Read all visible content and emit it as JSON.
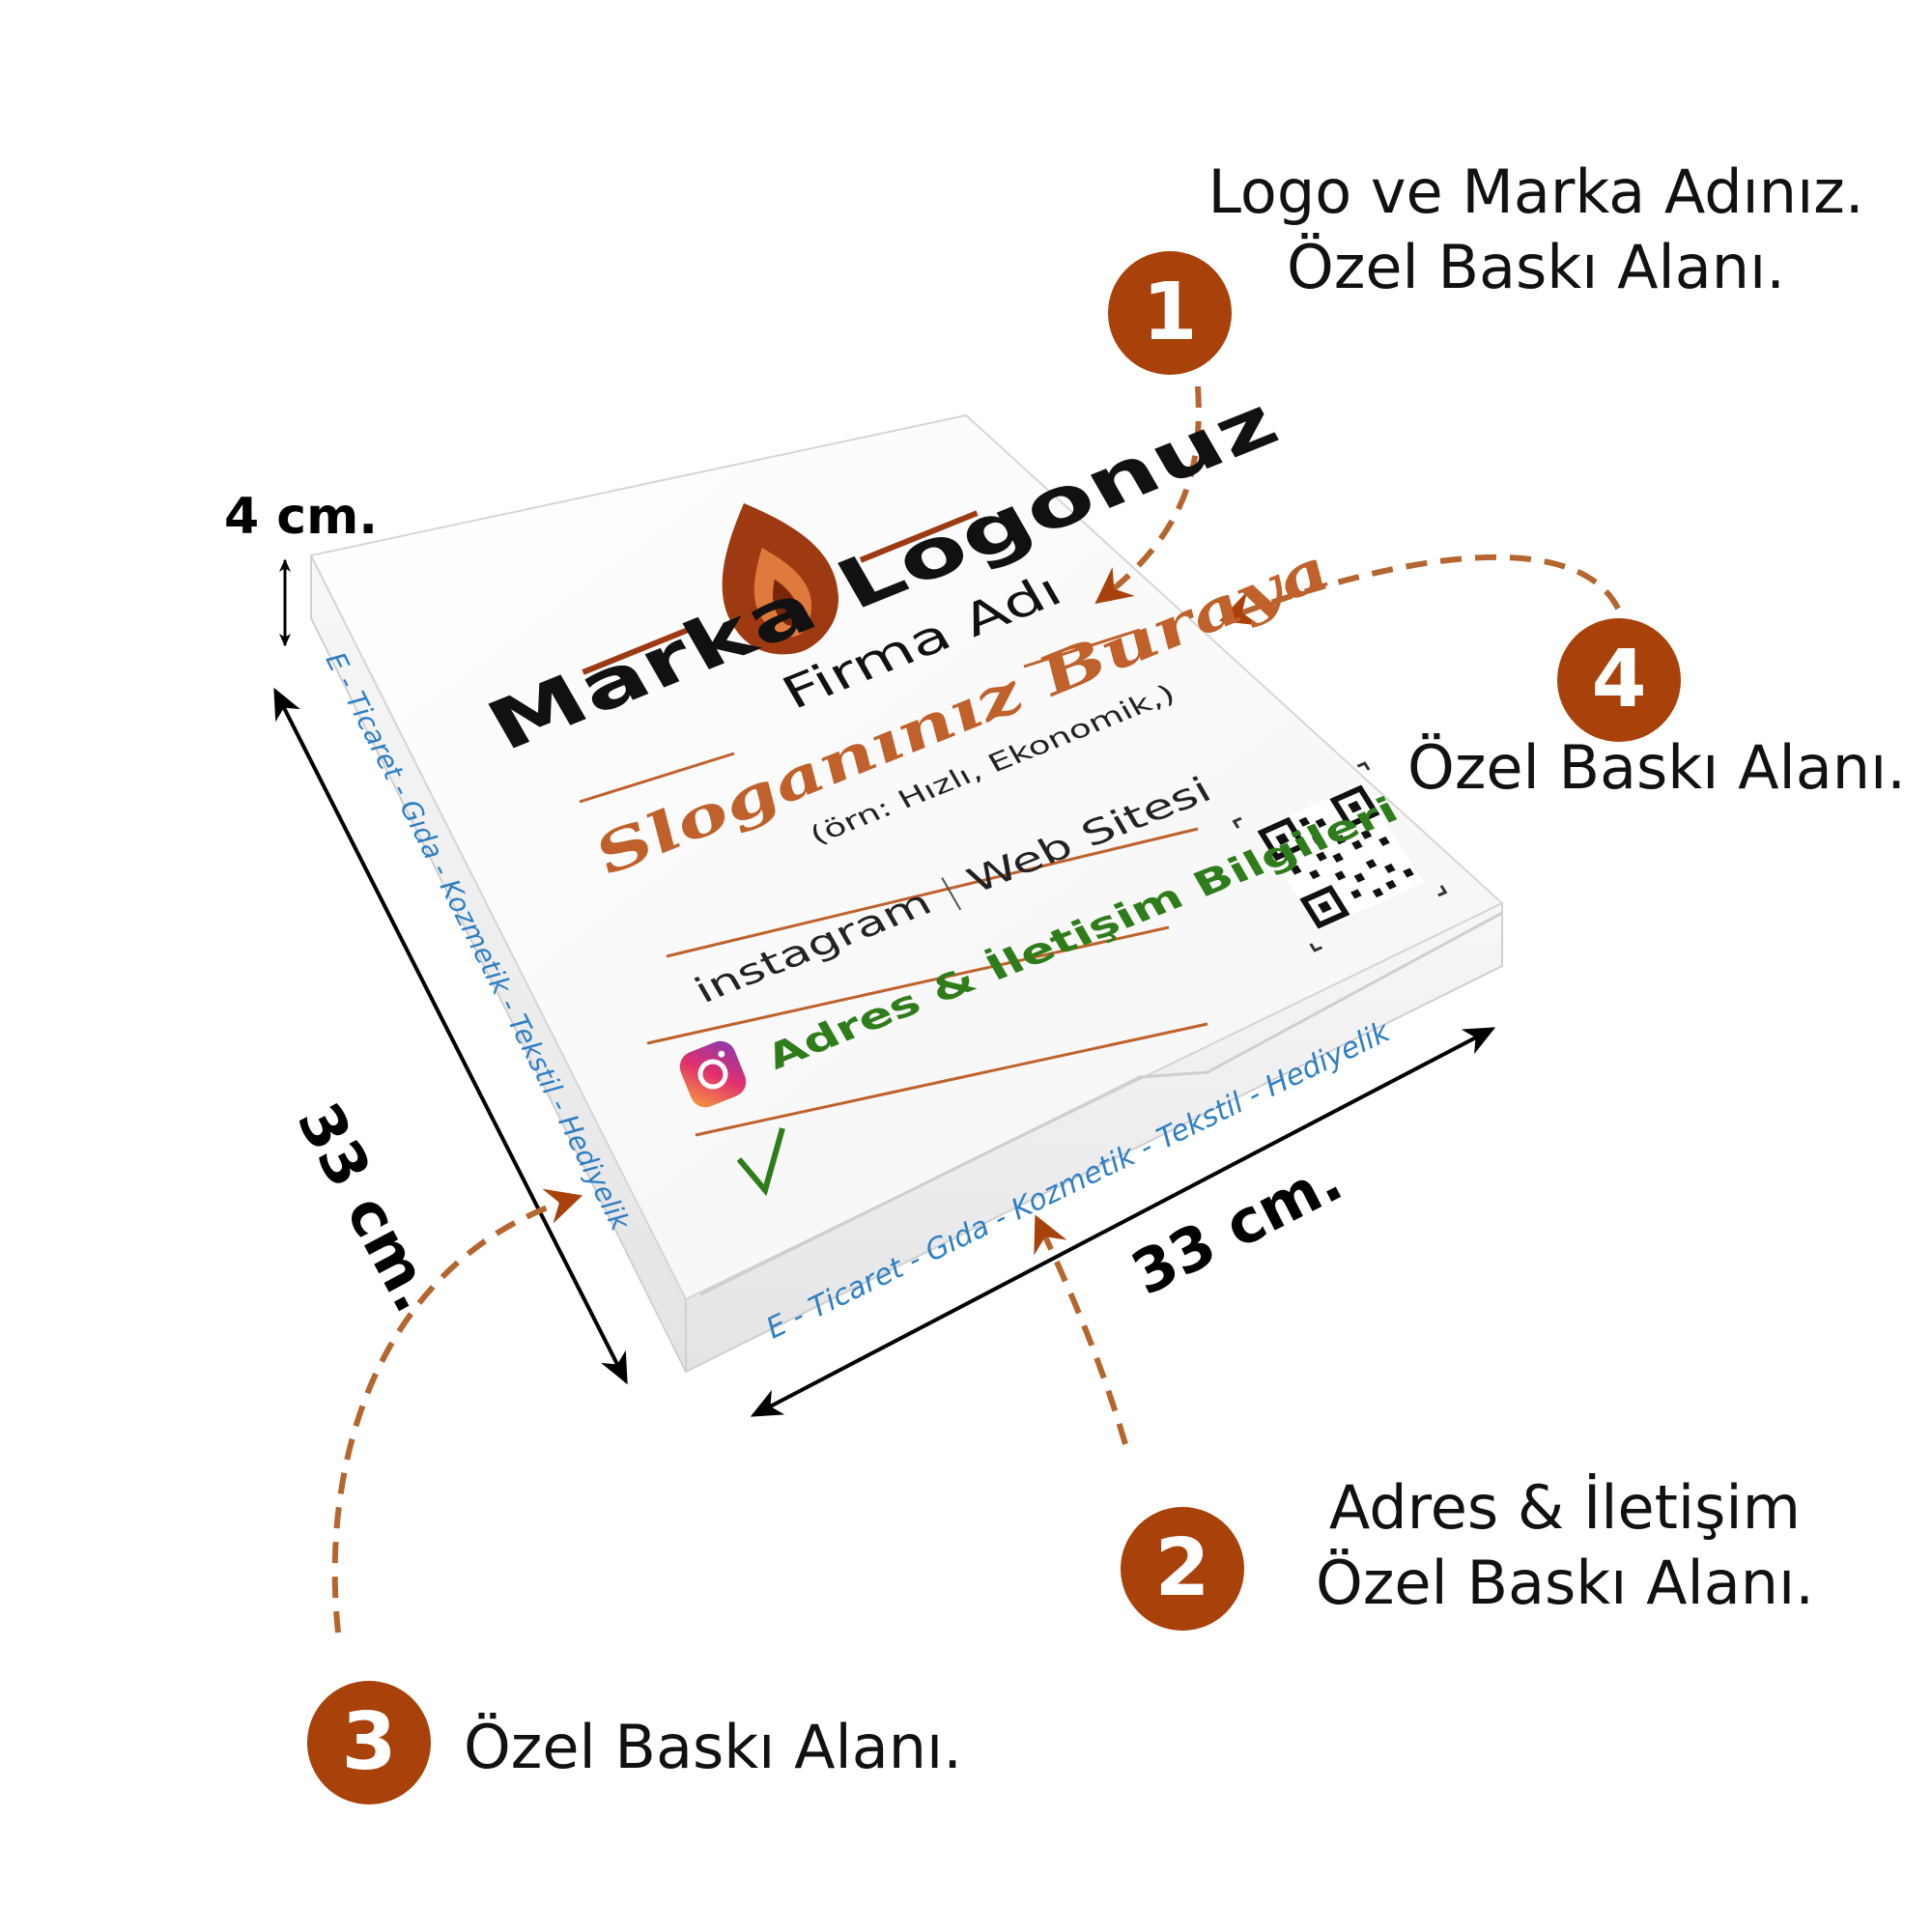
{
  "callouts": [
    {
      "number": "1",
      "lines": [
        "Logo ve Marka Adınız.",
        "Özel Baskı Alanı."
      ]
    },
    {
      "number": "2",
      "lines": [
        "Adres & İletişim",
        "Özel Baskı Alanı."
      ]
    },
    {
      "number": "3",
      "lines": [
        "Özel Baskı Alanı."
      ]
    },
    {
      "number": "4",
      "lines": [
        "Özel Baskı Alanı."
      ]
    }
  ],
  "dimensions": {
    "height": "4 cm.",
    "depth": "33 cm.",
    "width": "33 cm."
  },
  "box_print": {
    "brand": "Marka Logonuz",
    "company": "Firma Adı",
    "slogan": "Sloganınız Buraya",
    "slogan_example": "(örn: Hızlı, Ekonomik,)",
    "instagram": "instagram",
    "website": "Web Sitesi",
    "address": "Adres & İletişim Bilgileri",
    "side_text": "E - Ticaret  -  Gıda  -  Kozmetik  -  Tekstil  -  Hediyelik",
    "side_text_left": "E - Ticaret  -  Gıda  -  Kozmetik  -  Tekstil  -  Hediyelik"
  },
  "colors": {
    "accent": "#a9410a",
    "arrow_dash": "#b5652e",
    "slogan": "#c0612b",
    "address_green": "#2e7d1a",
    "side_blue": "#2f7fc4"
  }
}
